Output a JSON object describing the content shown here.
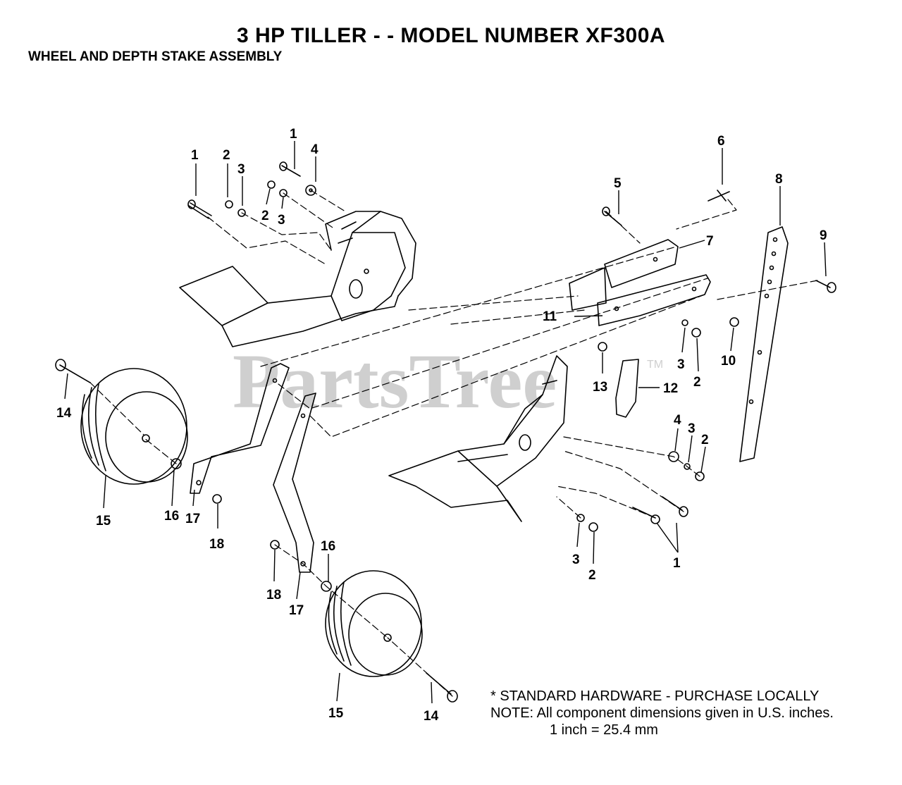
{
  "header": {
    "title": "3 HP TILLER - - MODEL NUMBER XF300A",
    "subtitle": "WHEEL AND DEPTH STAKE ASSEMBLY"
  },
  "watermark": {
    "text": "PartsTree",
    "trademark": "TM"
  },
  "notes": {
    "standard_hardware": "* STANDARD HARDWARE - PURCHASE LOCALLY",
    "note_line": "NOTE: All component dimensions given in U.S. inches.",
    "conversion": "1 inch = 25.4 mm"
  },
  "callouts": [
    {
      "id": "c1a",
      "label": "1"
    },
    {
      "id": "c2a",
      "label": "2"
    },
    {
      "id": "c3a",
      "label": "3"
    },
    {
      "id": "c1b",
      "label": "1"
    },
    {
      "id": "c4a",
      "label": "4"
    },
    {
      "id": "c2b",
      "label": "2"
    },
    {
      "id": "c3b",
      "label": "3"
    },
    {
      "id": "c5",
      "label": "5"
    },
    {
      "id": "c6",
      "label": "6"
    },
    {
      "id": "c8",
      "label": "8"
    },
    {
      "id": "c7",
      "label": "7"
    },
    {
      "id": "c9",
      "label": "9"
    },
    {
      "id": "c11",
      "label": "11"
    },
    {
      "id": "c3c",
      "label": "3"
    },
    {
      "id": "c2c",
      "label": "2"
    },
    {
      "id": "c10",
      "label": "10"
    },
    {
      "id": "c13",
      "label": "13"
    },
    {
      "id": "c12",
      "label": "12"
    },
    {
      "id": "c14a",
      "label": "14"
    },
    {
      "id": "c15a",
      "label": "15"
    },
    {
      "id": "c16a",
      "label": "16"
    },
    {
      "id": "c17a",
      "label": "17"
    },
    {
      "id": "c18a",
      "label": "18"
    },
    {
      "id": "c4b",
      "label": "4"
    },
    {
      "id": "c3d",
      "label": "3"
    },
    {
      "id": "c2d",
      "label": "2"
    },
    {
      "id": "c3e",
      "label": "3"
    },
    {
      "id": "c2e",
      "label": "2"
    },
    {
      "id": "c1c",
      "label": "1"
    },
    {
      "id": "c16b",
      "label": "16"
    },
    {
      "id": "c18b",
      "label": "18"
    },
    {
      "id": "c17b",
      "label": "17"
    },
    {
      "id": "c15b",
      "label": "15"
    },
    {
      "id": "c14b",
      "label": "14"
    }
  ]
}
